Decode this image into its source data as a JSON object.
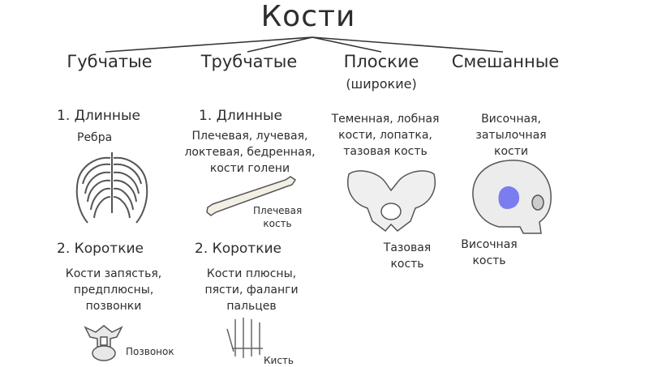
{
  "title": "Кости",
  "categories": [
    {
      "label": "Губчатые"
    },
    {
      "label": "Трубчатые"
    },
    {
      "label": "Плоские",
      "note": "(широкие)"
    },
    {
      "label": "Смешанные"
    }
  ],
  "spongy": {
    "long_heading": "1. Длинные",
    "long_example": "Ребра",
    "short_heading": "2. Короткие",
    "short_examples": "Кости запястья,\nпредплюсны,\nпозвонки",
    "vertebra_caption": "Позвонок"
  },
  "tubular": {
    "long_heading": "1. Длинные",
    "long_examples": "Плечевая, лучевая,\nлоктевая, бедренная,\nкости голени",
    "humerus_caption": "Плечевая\nкость",
    "short_heading": "2. Короткие",
    "short_examples": "Кости плюсны,\nпясти, фаланги\nпальцев",
    "hand_caption": "Кисть"
  },
  "flat": {
    "examples": "Теменная, лобная\nкости, лопатка,\nтазовая кость",
    "pelvis_caption": "Тазовая\nкость"
  },
  "mixed": {
    "examples": "Височная,\nзатылочная\nкости",
    "temporal_caption": "Височная\nкость"
  },
  "colors": {
    "highlight": "#7b7cf0",
    "ink": "#2d2d2d"
  }
}
